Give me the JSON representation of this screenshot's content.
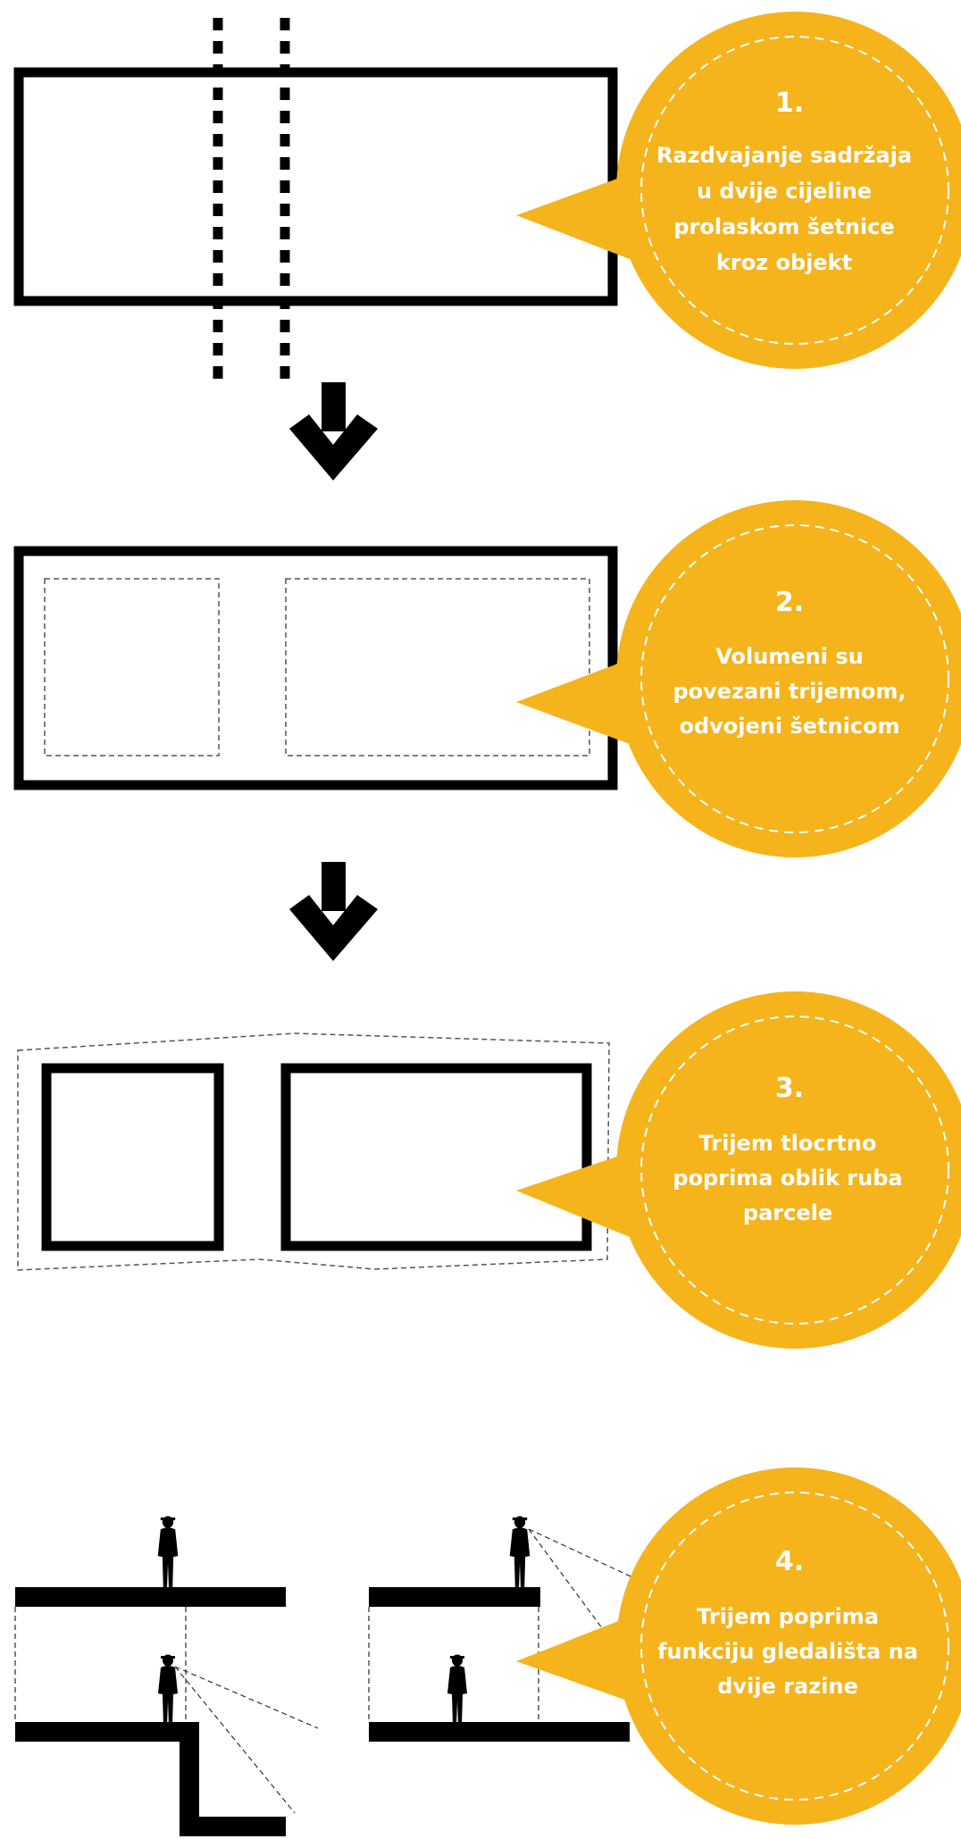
{
  "colors": {
    "accent": "#F5B41C",
    "line": "#000000",
    "bubble_text": "#ffffff",
    "background": "#ffffff"
  },
  "steps": [
    {
      "number": "1.",
      "lines": [
        "Razdvajanje sadržaja",
        "u dvije cijeline",
        "prolaskom šetnice",
        "kroz objekt"
      ]
    },
    {
      "number": "2.",
      "lines": [
        "Volumeni su",
        "povezani trijemom,",
        "odvojeni šetnicom"
      ]
    },
    {
      "number": "3.",
      "lines": [
        "Trijem tlocrtno",
        "poprima oblik ruba",
        "parcele"
      ]
    },
    {
      "number": "4.",
      "lines": [
        "Trijem poprima",
        "funkciju gledališta na",
        "dvije razine"
      ]
    }
  ],
  "icons": {
    "arrows": "arrow-down-icon",
    "people": "person-silhouette-icon"
  }
}
